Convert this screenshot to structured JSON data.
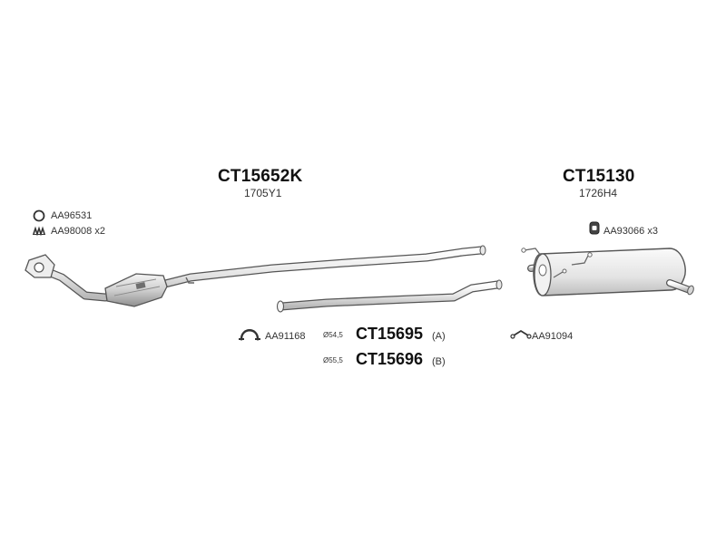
{
  "assembly_front": {
    "code": "CT15652K",
    "ref": "1705Y1"
  },
  "assembly_rear": {
    "code": "CT15130",
    "ref": "1726H4"
  },
  "accessories": {
    "gasket": {
      "code": "AA96531",
      "icon": "ring-gasket-icon"
    },
    "spring": {
      "code": "AA98008",
      "qty": "x2",
      "icon": "spring-icon"
    },
    "clamp": {
      "code": "AA91168",
      "icon": "clamp-icon"
    },
    "hanger_rear": {
      "code": "AA91094",
      "icon": "hanger-icon"
    },
    "rubber_mount": {
      "code": "AA93066",
      "qty": "x3",
      "icon": "rubber-mount-icon"
    }
  },
  "pipes": [
    {
      "diameter": "Ø54,5",
      "code": "CT15695",
      "variant": "(A)"
    },
    {
      "diameter": "Ø55,5",
      "code": "CT15696",
      "variant": "(B)"
    }
  ],
  "colors": {
    "stroke": "#555555",
    "fill_light": "#f2f2f2",
    "fill_mid": "#d8d8d8",
    "fill_dark": "#9a9a9a"
  }
}
